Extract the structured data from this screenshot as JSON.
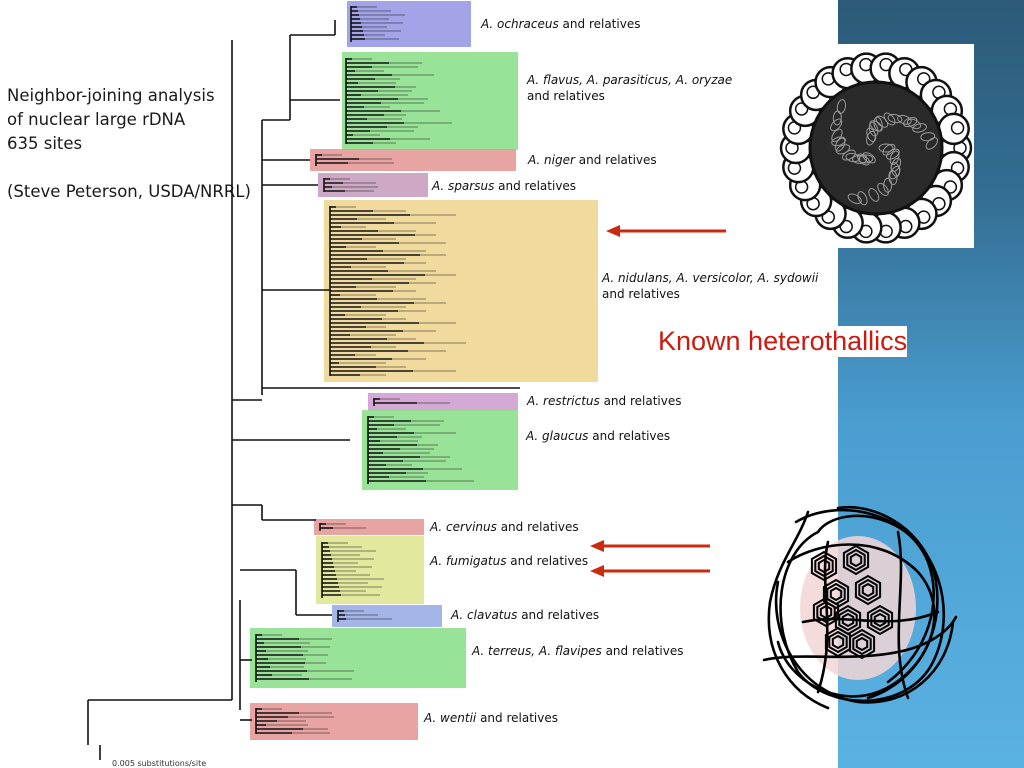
{
  "title": {
    "line1": "Neighbor-joining analysis",
    "line2": "of nuclear large rDNA",
    "line3": "635 sites",
    "credit": "(Steve Peterson, USDA/NRRL)"
  },
  "clades": [
    {
      "italic": "A. ochraceus",
      "rest": " and relatives",
      "color": "#9999e6"
    },
    {
      "italic": "A. flavus, A. parasiticus, A. oryzae",
      "rest": "",
      "line2": "and relatives",
      "color": "#8ee08e"
    },
    {
      "italic": "A. niger",
      "rest": " and relatives",
      "color": "#e69999"
    },
    {
      "italic": "A. sparsus",
      "rest": " and relatives",
      "color": "#d8a8d0"
    },
    {
      "italic": "A. nidulans, A. versicolor, A. sydowii",
      "rest": "",
      "line2": "and relatives",
      "color": "#f0d898"
    },
    {
      "italic": "A. restrictus",
      "rest": " and relatives",
      "color": "#d8a8d8"
    },
    {
      "italic": "A. glaucus",
      "rest": " and relatives",
      "color": "#8ee08e"
    },
    {
      "italic": "A. cervinus",
      "rest": " and relatives",
      "color": "#e69999"
    },
    {
      "italic": "A. fumigatus",
      "rest": " and relatives",
      "color": "#e0e89a"
    },
    {
      "italic": "A. clavatus",
      "rest": " and relatives",
      "color": "#9aaee6"
    },
    {
      "italic": "A. terreus, A. flavipes",
      "rest": " and relatives",
      "color": "#8ee08e"
    },
    {
      "italic": "A. wentii",
      "rest": " and relatives",
      "color": "#e69999"
    }
  ],
  "callout": {
    "text": "Known heterothallics",
    "color": "#cc1a10"
  },
  "scale": {
    "text": "0.005 substitutions/site"
  }
}
